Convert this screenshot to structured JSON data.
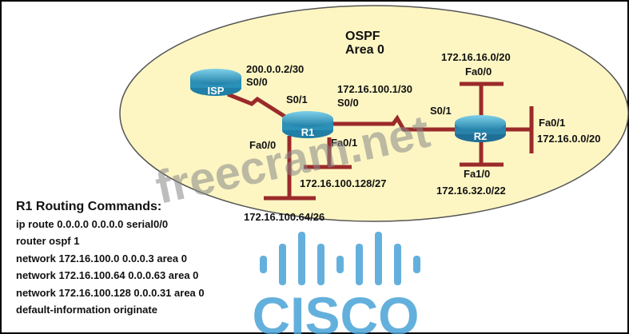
{
  "area": {
    "title": "OSPF",
    "subtitle": "Area 0"
  },
  "routers": {
    "isp": "ISP",
    "r1": "R1",
    "r2": "R2"
  },
  "labels": {
    "isp_ip": "200.0.0.2/30",
    "isp_s00": "S0/0",
    "r1_s01": "S0/1",
    "r1_s00_ip": "172.16.100.1/30",
    "r1_s00": "S0/0",
    "r1_fa00": "Fa0/0",
    "r1_fa01": "Fa0/1",
    "r1_lan1": "172.16.100.128/27",
    "r1_lan0": "172.16.100.64/26",
    "r2_s01": "S0/1",
    "r2_fa00_net": "172.16.16.0/20",
    "r2_fa00": "Fa0/0",
    "r2_fa01": "Fa0/1",
    "r2_fa01_net": "172.16.0.0/20",
    "r2_fa10": "Fa1/0",
    "r2_fa10_net": "172.16.32.0/22"
  },
  "commands": {
    "title": "R1 Routing Commands:",
    "lines": [
      "ip route 0.0.0.0 0.0.0.0 serial0/0",
      "router ospf 1",
      "network 172.16.100.0 0.0.0.3 area 0",
      "network 172.16.100.64 0.0.0.63 area 0",
      "network 172.16.100.128 0.0.0.31 area 0",
      "default-information originate"
    ]
  },
  "watermark": {
    "text": "freecram.net",
    "logo": "CISCO"
  },
  "colors": {
    "area": "#fdf6c3",
    "link": "#9b2a2a",
    "router": "#3fa6c9",
    "logo": "#4aa3d8"
  }
}
